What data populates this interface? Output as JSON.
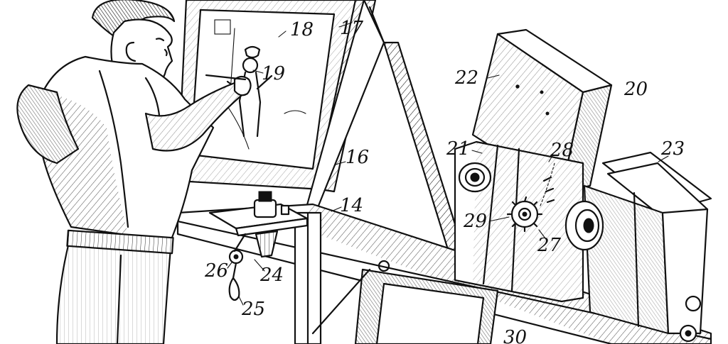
{
  "colors": {
    "ink": "#111111",
    "paper": "#ffffff"
  },
  "labels": {
    "n14": "14",
    "n16": "16",
    "n17": "17",
    "n18": "18",
    "n19": "19",
    "n20": "20",
    "n21": "21",
    "n22": "22",
    "n23": "23",
    "n24": "24",
    "n25": "25",
    "n26": "26",
    "n27": "27",
    "n28": "28",
    "n29": "29",
    "n30": "30"
  }
}
